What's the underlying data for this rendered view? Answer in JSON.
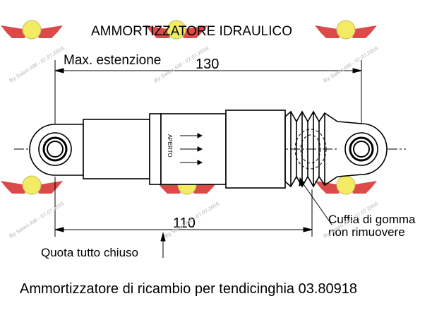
{
  "title": "AMMORTIZZATORE IDRAULICO",
  "max_extension_label": "Max. estenzione",
  "dim_extended": "130",
  "dim_closed": "110",
  "closed_note": "Quota tutto chiuso",
  "boot_note_line1": "Cuffia di gomma",
  "boot_note_line2": "non rimuovere",
  "body_marking": "APERTO",
  "caption": "Ammortizzatore di ricambio per tendicinghia 03.80918",
  "watermark_text": "By Saleri AM - 07.07.2016",
  "colors": {
    "line": "#000000",
    "logo_red": "#d62a2a",
    "logo_yellow": "#f2e84a",
    "watermark": "#c9c9c9"
  }
}
